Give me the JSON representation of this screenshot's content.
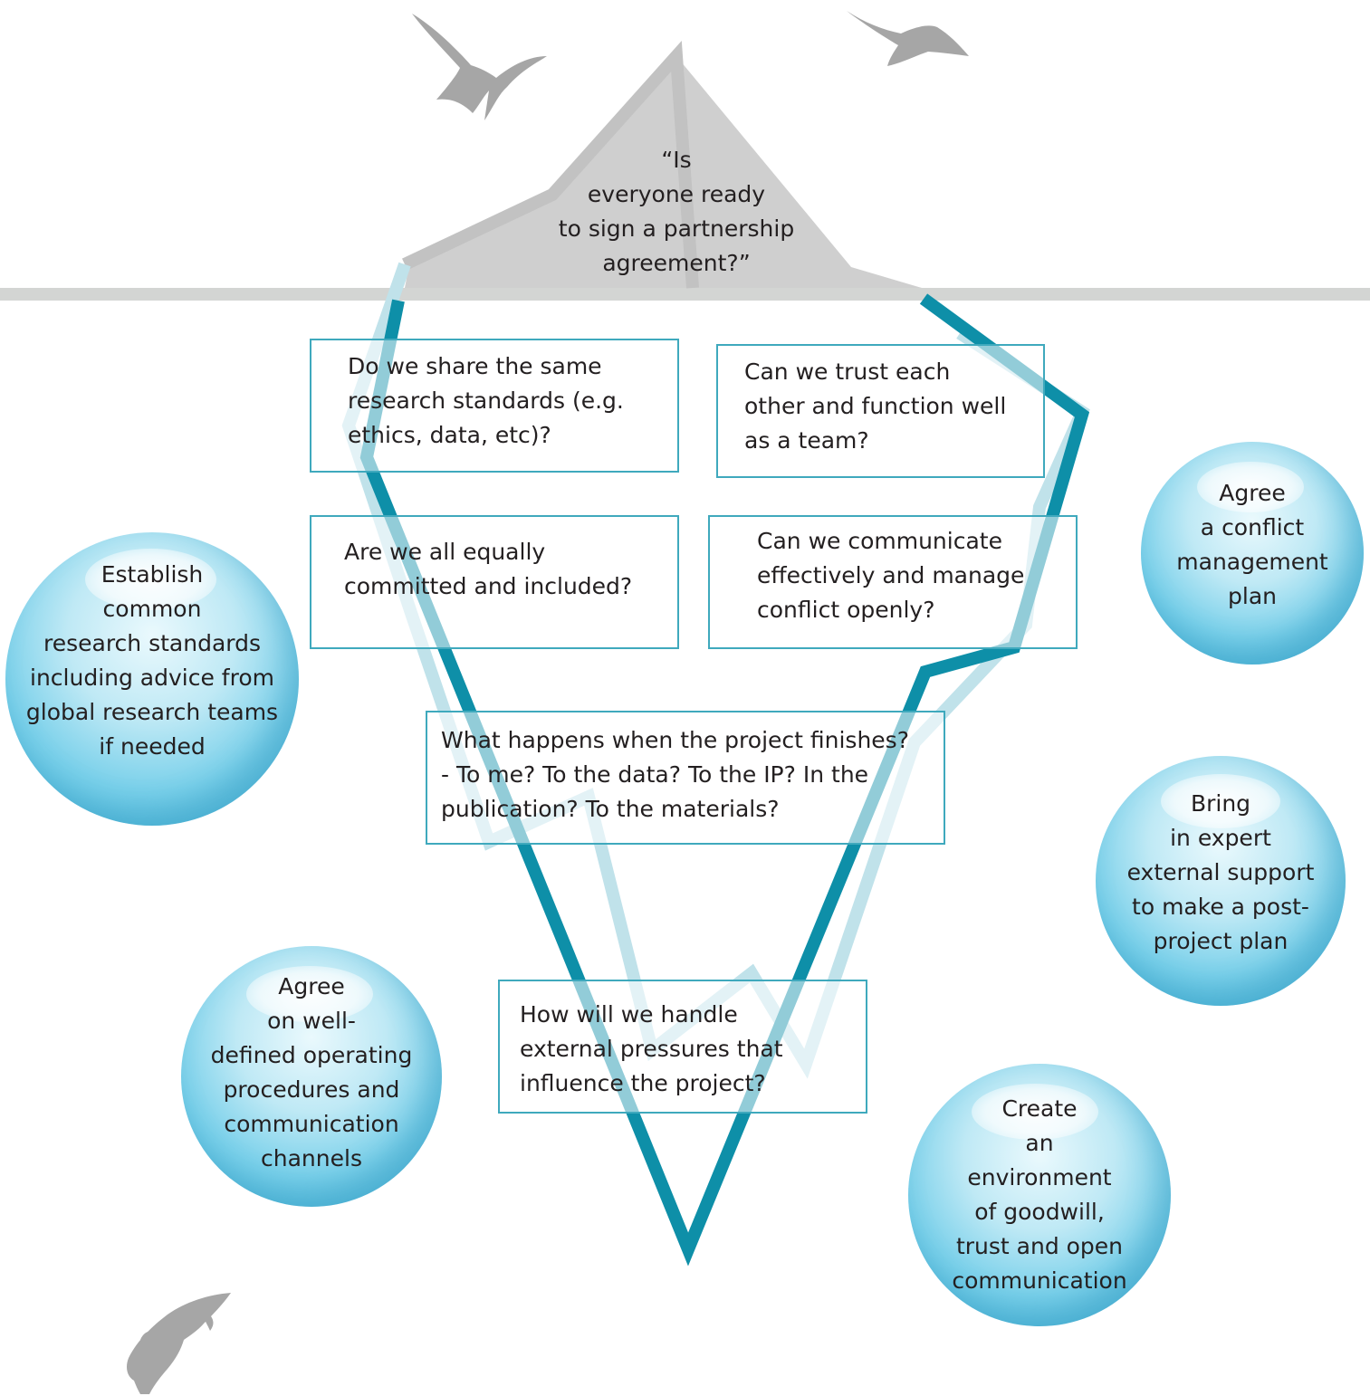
{
  "peak": {
    "lines": [
      "“Is",
      "everyone ready",
      "to sign a partnership",
      "agreement?”"
    ]
  },
  "questions": [
    {
      "lines": [
        "Do we share the same",
        "research standards (e.g.",
        "ethics, data, etc)?"
      ]
    },
    {
      "lines": [
        "Can we trust each",
        "other and function well",
        "as a team?"
      ]
    },
    {
      "lines": [
        "Are we all equally",
        "committed and included?"
      ]
    },
    {
      "lines": [
        "Can we communicate",
        "effectively and manage",
        "conflict openly?"
      ]
    },
    {
      "lines": [
        "What happens when the project finishes?",
        "- To me? To the data? To the IP? In the",
        "publication? To the materials?"
      ]
    },
    {
      "lines": [
        "How will we handle",
        "external pressures that",
        "influence the project?"
      ]
    }
  ],
  "solutions": [
    {
      "lines": [
        "Establish",
        "common",
        "research standards",
        "including advice from",
        "global research teams",
        "if needed"
      ]
    },
    {
      "lines": [
        "Agree",
        "a conflict",
        "management",
        "plan"
      ]
    },
    {
      "lines": [
        "Bring",
        "in expert",
        "external support",
        "to make a post-",
        "project plan"
      ]
    },
    {
      "lines": [
        "Agree",
        "on well-",
        "defined operating",
        "procedures and",
        "communication",
        "channels"
      ]
    },
    {
      "lines": [
        "Create",
        "an",
        "environment",
        "of goodwill,",
        "trust and open",
        "communication"
      ]
    }
  ],
  "colors": {
    "iceberg_outline": "#0e8fa8",
    "iceberg_light": "#bfe1ea",
    "peak_fill": "#cfcfcf",
    "waterline": "#d3d5d3",
    "box_border": "#3fa9bd",
    "silhouette": "#a6a6a6"
  },
  "icons": [
    "bird-icon",
    "bird-icon",
    "fish-icon"
  ]
}
